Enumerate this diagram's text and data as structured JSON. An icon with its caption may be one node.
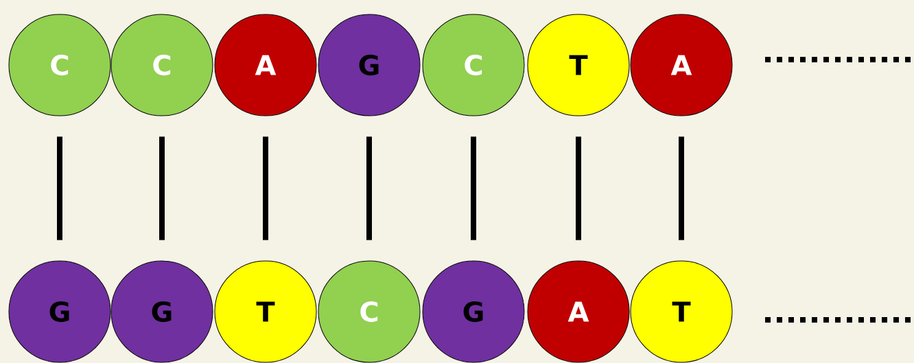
{
  "diagram": {
    "nodes": [
      {
        "text": [
          "C"
        ]
      },
      {
        "text": [
          "C"
        ]
      },
      {
        "text": [
          "A"
        ]
      },
      {
        "text": [
          "G"
        ]
      },
      {
        "text": [
          "C"
        ]
      },
      {
        "text": [
          "T"
        ]
      },
      {
        "text": [
          "A"
        ]
      },
      {
        "text": [
          "G"
        ]
      },
      {
        "text": [
          "G"
        ]
      },
      {
        "text": [
          "T"
        ]
      },
      {
        "text": [
          "C"
        ]
      },
      {
        "text": [
          "G"
        ]
      },
      {
        "text": [
          "A"
        ]
      },
      {
        "text": [
          "T"
        ]
      }
    ],
    "edges": [
      {
        "from": 0,
        "to": 7,
        "arrow": "none"
      },
      {
        "from": 1,
        "to": 8,
        "arrow": "none"
      },
      {
        "from": 2,
        "to": 9,
        "arrow": "none"
      },
      {
        "from": 3,
        "to": 10,
        "arrow": "none"
      },
      {
        "from": 4,
        "to": 11,
        "arrow": "none"
      },
      {
        "from": 5,
        "to": 12,
        "arrow": "none"
      },
      {
        "from": 6,
        "to": 13,
        "arrow": "none"
      }
    ]
  }
}
